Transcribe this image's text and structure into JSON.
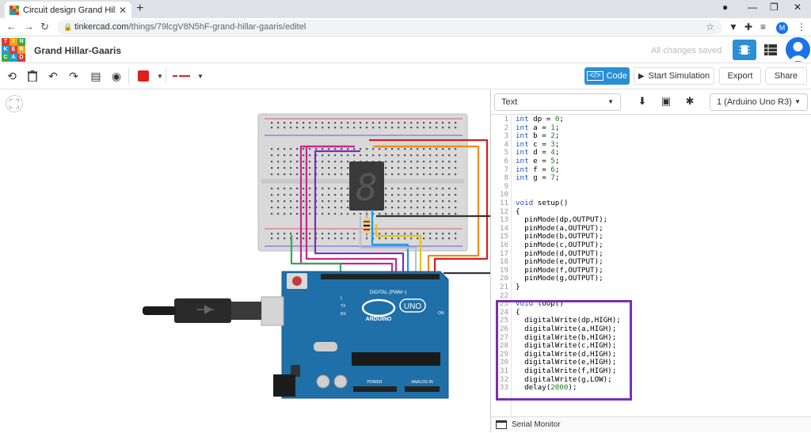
{
  "browser": {
    "tab_title": "Circuit design Grand Hillar-Gaaris",
    "url_host": "tinkercad.com",
    "url_path": "/things/79lcgV8N5hF-grand-hillar-gaaris/editel",
    "profile_initial": "M"
  },
  "header": {
    "logo_letters": [
      "T",
      "I",
      "N",
      "K",
      "E",
      "R",
      "C",
      "A",
      "D"
    ],
    "project_title": "Grand Hillar-Gaaris",
    "save_status": "All changes saved"
  },
  "toolbar": {
    "code_label": "Code",
    "start_sim_label": "Start Simulation",
    "export_label": "Export",
    "share_label": "Share",
    "fill_color": "#e0201b"
  },
  "code_panel": {
    "mode": "Text",
    "device": "1 (Arduino Uno R3)",
    "serial_monitor_label": "Serial Monitor",
    "lines": [
      {
        "n": "1",
        "t": "int dp = 0;"
      },
      {
        "n": "2",
        "t": "int a = 1;"
      },
      {
        "n": "3",
        "t": "int b = 2;"
      },
      {
        "n": "4",
        "t": "int c = 3;"
      },
      {
        "n": "5",
        "t": "int d = 4;"
      },
      {
        "n": "6",
        "t": "int e = 5;"
      },
      {
        "n": "7",
        "t": "int f = 6;"
      },
      {
        "n": "8",
        "t": "int g = 7;"
      },
      {
        "n": "9",
        "t": ""
      },
      {
        "n": "10",
        "t": ""
      },
      {
        "n": "11",
        "t": "void setup()"
      },
      {
        "n": "12",
        "t": "{"
      },
      {
        "n": "13",
        "t": "  pinMode(dp,OUTPUT);"
      },
      {
        "n": "14",
        "t": "  pinMode(a,OUTPUT);"
      },
      {
        "n": "15",
        "t": "  pinMode(b,OUTPUT);"
      },
      {
        "n": "16",
        "t": "  pinMode(c,OUTPUT);"
      },
      {
        "n": "17",
        "t": "  pinMode(d,OUTPUT);"
      },
      {
        "n": "18",
        "t": "  pinMode(e,OUTPUT);"
      },
      {
        "n": "19",
        "t": "  pinMode(f,OUTPUT);"
      },
      {
        "n": "20",
        "t": "  pinMode(g,OUTPUT);"
      },
      {
        "n": "21",
        "t": "}"
      },
      {
        "n": "22",
        "t": ""
      },
      {
        "n": "23",
        "t": "void loop()"
      },
      {
        "n": "24",
        "t": "{"
      },
      {
        "n": "25",
        "t": "  digitalWrite(dp,HIGH);"
      },
      {
        "n": "26",
        "t": "  digitalWrite(a,HIGH);"
      },
      {
        "n": "27",
        "t": "  digitalWrite(b,HIGH);"
      },
      {
        "n": "28",
        "t": "  digitalWrite(c,HIGH);"
      },
      {
        "n": "29",
        "t": "  digitalWrite(d,HIGH);"
      },
      {
        "n": "30",
        "t": "  digitalWrite(e,HIGH);"
      },
      {
        "n": "31",
        "t": "  digitalWrite(f,HIGH);"
      },
      {
        "n": "32",
        "t": "  digitalWrite(g,LOW);"
      },
      {
        "n": "33",
        "t": "  delay(2000);"
      }
    ]
  },
  "board": {
    "brand": "ARDUINO",
    "model": "UNO",
    "digital_label": "DIGITAL (PWM~)",
    "power_label": "POWER",
    "analog_label": "ANALOG IN",
    "on_label": "ON",
    "tx_label": "TX",
    "rx_label": "RX",
    "l_label": "L"
  },
  "display": {
    "digit": "8"
  },
  "colors": {
    "accent": "#2b8fd3",
    "highlight": "#7b2fb5",
    "board": "#1f6fa8"
  }
}
